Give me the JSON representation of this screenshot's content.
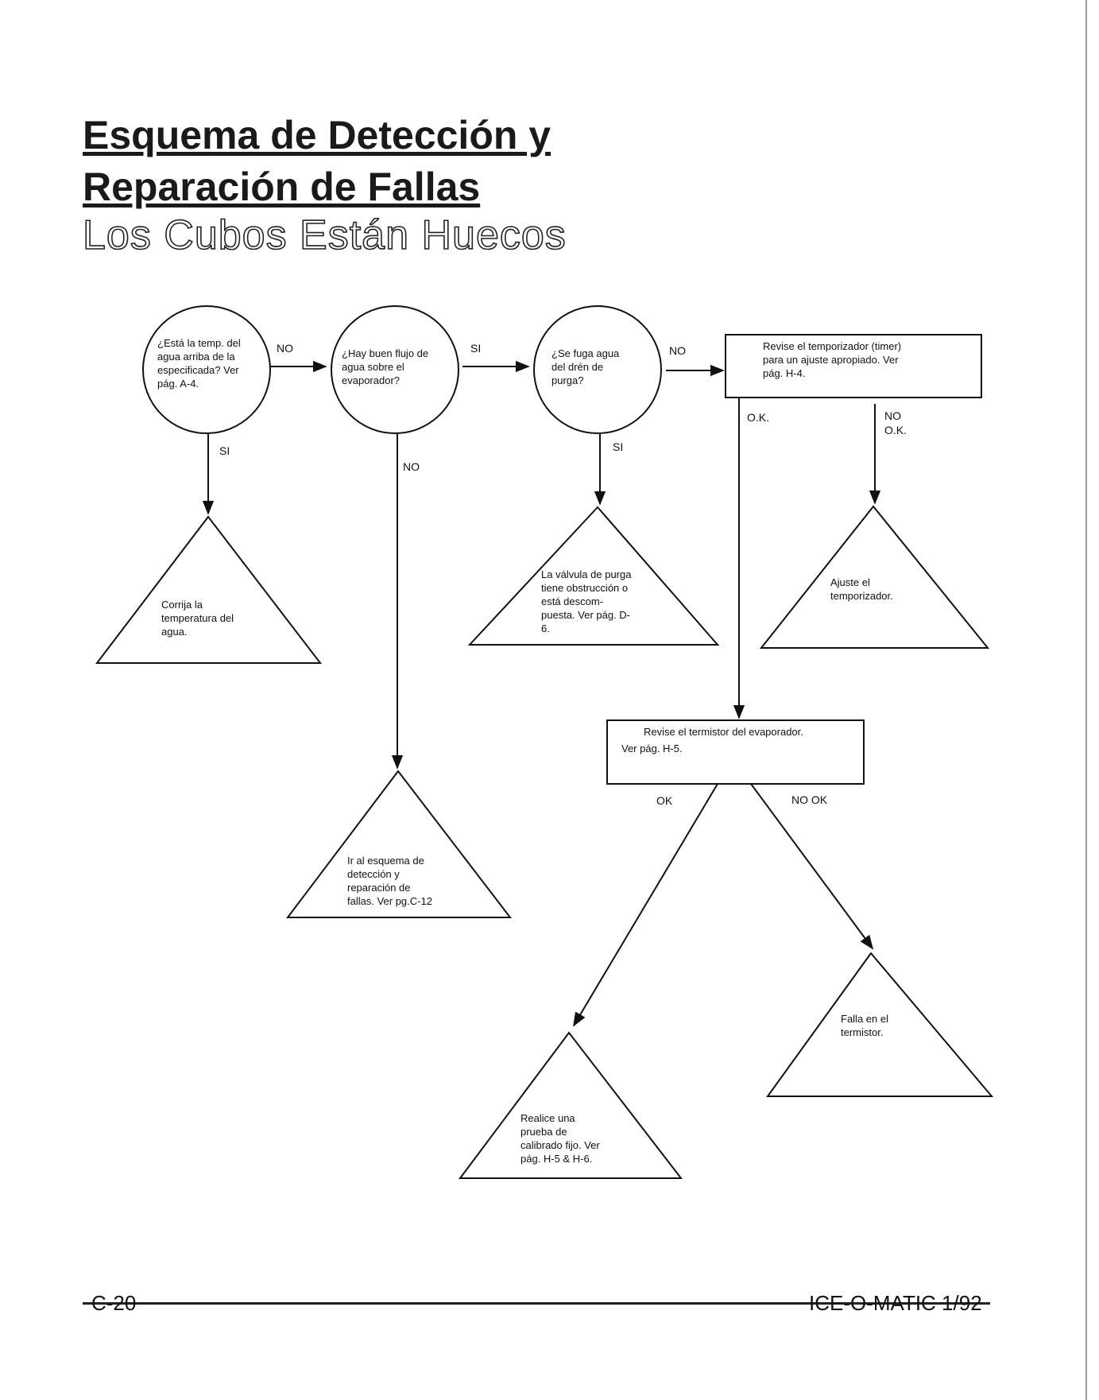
{
  "title_line1": "Esquema de Detección y",
  "title_line2": "Reparación de Fallas",
  "subtitle": "Los Cubos Están  Huecos",
  "footer": {
    "left": "C-20",
    "right": "ICE-O-MATIC 1/92"
  },
  "nodes": {
    "q1": [
      "¿Está la temp. del",
      "agua arriba de la",
      "especificada? Ver",
      "pág. A-4."
    ],
    "q2": [
      "¿Hay buen flujo de",
      "agua sobre el",
      "evaporador?"
    ],
    "q3": [
      "¿Se fuga agua",
      "del drén de",
      "purga?"
    ],
    "box1": [
      "Revise el temporizador (timer)",
      "para un ajuste apropiado. Ver",
      "pág. H-4."
    ],
    "tri1": [
      "Corrija la",
      "temperatura del",
      "agua."
    ],
    "tri2": [
      "La válvula de purga",
      "tiene obstrucción o",
      "está descom-",
      "puesta. Ver pág. D-",
      "6."
    ],
    "tri3": [
      "Ajuste el",
      "temporizador."
    ],
    "tri4": [
      "Ir al esquema de",
      "detección y",
      "reparación de",
      "fallas. Ver pg.C-12"
    ],
    "box2": [
      "Revise el termistor del evaporador.",
      "Ver pág.  H-5."
    ],
    "tri5": [
      "Realice una",
      "prueba de",
      "calibrado fijo.  Ver",
      "pág.  H-5 & H-6."
    ],
    "tri6": [
      "Falla en el",
      "termistor."
    ]
  },
  "labels": {
    "q1_right": "NO",
    "q1_down": "SI",
    "q2_right": "SI",
    "q2_down": "NO",
    "q3_right": "NO",
    "q3_down": "SI",
    "box1_ok": "O.K.",
    "box1_nook": [
      "NO",
      "O.K."
    ],
    "box2_ok": "OK",
    "box2_nook": "NO OK"
  }
}
